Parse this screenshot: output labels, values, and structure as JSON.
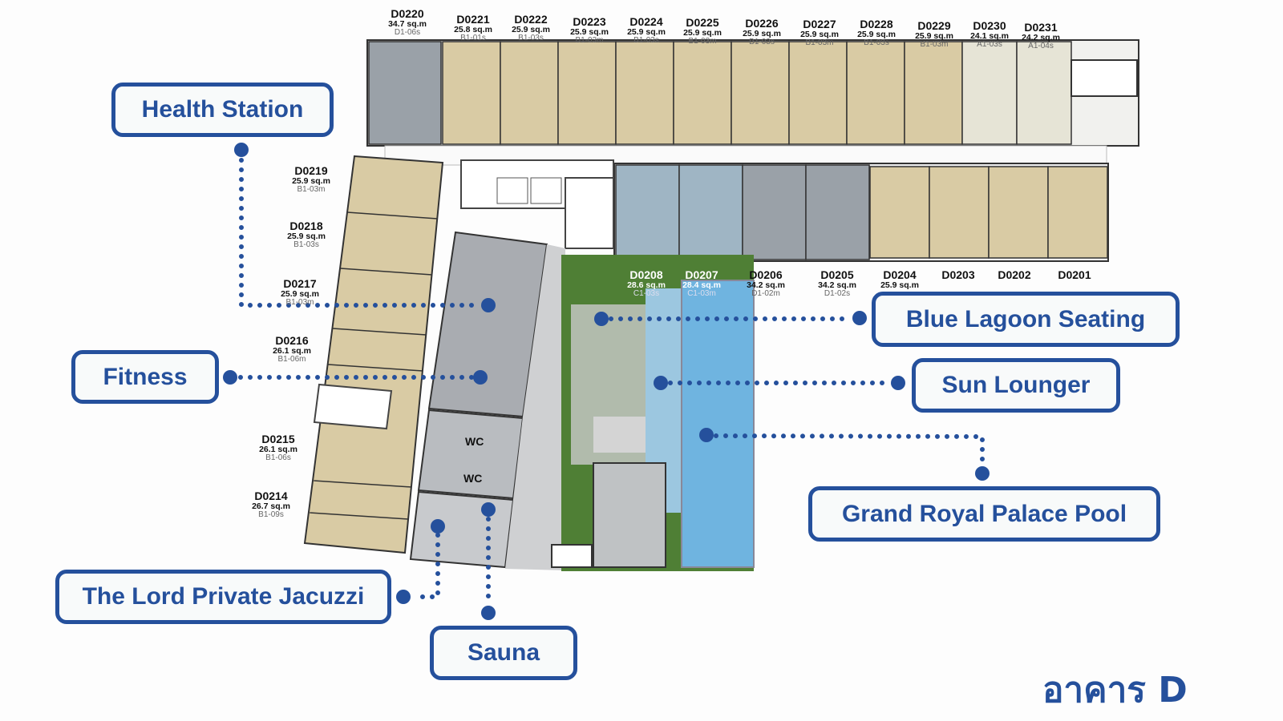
{
  "colors": {
    "accent": "#25509c",
    "unit_tan": "#d9cba4",
    "unit_gray": "#9aa1a8",
    "unit_blue": "#9fb5c4",
    "unit_cream": "#e6e4d6",
    "pool": "#6fb4e0",
    "garden": "#4f7f35"
  },
  "units_top": [
    {
      "id": "D0220",
      "area": "34.7 sq.m",
      "type": "D1-06s"
    },
    {
      "id": "D0221",
      "area": "25.8 sq.m",
      "type": "B1-01s"
    },
    {
      "id": "D0222",
      "area": "25.9 sq.m",
      "type": "B1-03s"
    },
    {
      "id": "D0223",
      "area": "25.9 sq.m",
      "type": "B1-03m"
    },
    {
      "id": "D0224",
      "area": "25.9 sq.m",
      "type": "B1-03s"
    },
    {
      "id": "D0225",
      "area": "25.9 sq.m",
      "type": "B1-03m"
    },
    {
      "id": "D0226",
      "area": "25.9 sq.m",
      "type": "B1-03s"
    },
    {
      "id": "D0227",
      "area": "25.9 sq.m",
      "type": "B1-03m"
    },
    {
      "id": "D0228",
      "area": "25.9 sq.m",
      "type": "B1-03s"
    },
    {
      "id": "D0229",
      "area": "25.9 sq.m",
      "type": "B1-03m"
    },
    {
      "id": "D0230",
      "area": "24.1 sq.m",
      "type": "A1-03s"
    },
    {
      "id": "D0231",
      "area": "24.2 sq.m",
      "type": "A1-04s"
    }
  ],
  "units_left": [
    {
      "id": "D0219",
      "area": "25.9 sq.m",
      "type": "B1-03m"
    },
    {
      "id": "D0218",
      "area": "25.9 sq.m",
      "type": "B1-03s"
    },
    {
      "id": "D0217",
      "area": "25.9 sq.m",
      "type": "B1-03m"
    },
    {
      "id": "D0216",
      "area": "26.1 sq.m",
      "type": "B1-06m"
    },
    {
      "id": "D0215",
      "area": "26.1 sq.m",
      "type": "B1-06s"
    },
    {
      "id": "D0214",
      "area": "26.7 sq.m",
      "type": "B1-09s"
    }
  ],
  "units_bottom": [
    {
      "id": "D0208",
      "area": "28.6 sq.m",
      "type": "C1-03s"
    },
    {
      "id": "D0207",
      "area": "28.4 sq.m",
      "type": "C1-03m"
    },
    {
      "id": "D0206",
      "area": "34.2 sq.m",
      "type": "D1-02m"
    },
    {
      "id": "D0205",
      "area": "34.2 sq.m",
      "type": "D1-02s"
    },
    {
      "id": "D0204",
      "area": "25.9 sq.m",
      "type": ""
    },
    {
      "id": "D0203",
      "area": "",
      "type": ""
    },
    {
      "id": "D0202",
      "area": "",
      "type": ""
    },
    {
      "id": "D0201",
      "area": "",
      "type": ""
    }
  ],
  "rooms": {
    "wc1": "WC",
    "wc2": "WC"
  },
  "callouts": {
    "health_station": "Health Station",
    "fitness": "Fitness",
    "blue_lagoon": "Blue Lagoon Seating",
    "sun_lounger": "Sun Lounger",
    "pool": "Grand Royal Palace Pool",
    "jacuzzi": "The Lord Private Jacuzzi",
    "sauna": "Sauna"
  },
  "building_title": "อาคาร D"
}
